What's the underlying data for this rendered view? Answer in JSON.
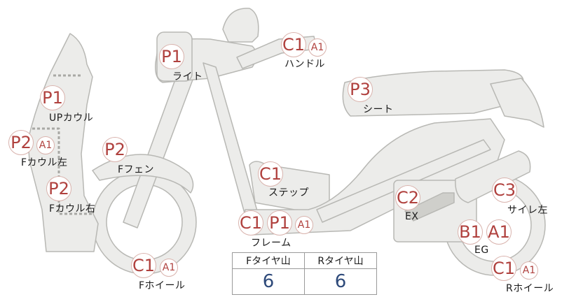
{
  "parts": {
    "light": "ライト",
    "handle": "ハンドル",
    "up_cowl": "UPカウル",
    "f_cowl_left": "Fカウル左",
    "f_cowl_right": "Fカウル右",
    "f_fender": "Fフェン",
    "step": "ステップ",
    "seat": "シート",
    "frame": "フレーム",
    "f_wheel": "Fホイール",
    "ex": "EX",
    "eg": "EG",
    "muffler_left": "サイレ左",
    "r_wheel": "Rホイール"
  },
  "badges": {
    "light_p1": "P1",
    "handle_c1": "C1",
    "handle_a1": "A1",
    "up_cowl_p1": "P1",
    "f_cowl_left_p2": "P2",
    "f_cowl_left_a1": "A1",
    "f_cowl_right_p2": "P2",
    "f_fender_p2": "P2",
    "step_c1": "C1",
    "seat_p3": "P3",
    "frame_c1": "C1",
    "frame_p1": "P1",
    "frame_a1": "A1",
    "f_wheel_c1": "C1",
    "f_wheel_a1": "A1",
    "ex_c2": "C2",
    "eg_b1": "B1",
    "eg_a1": "A1",
    "muffler_c3": "C3",
    "r_wheel_c1": "C1",
    "r_wheel_a1": "A1"
  },
  "tire_table": {
    "headers": [
      "Fタイヤ山",
      "Rタイヤ山"
    ],
    "values": [
      "6",
      "6"
    ]
  },
  "colors": {
    "body_fill": "#ececea",
    "body_stroke": "#b8b8b4",
    "badge_text": "#b0413e",
    "value_text": "#2e4a7a"
  }
}
